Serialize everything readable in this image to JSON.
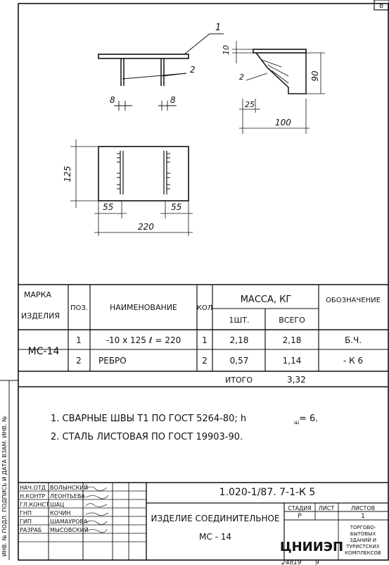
{
  "sheet_number_corner": "8",
  "drawing": {
    "plan_callout": "1",
    "side_callout": "2",
    "weld_callout": "2",
    "thickness_10": "10",
    "height_90": "90",
    "leg_25": "25",
    "width_100": "100",
    "gap_8_left": "8",
    "gap_8_right": "8",
    "height_125": "125",
    "offset_55_left": "55",
    "offset_55_right": "55",
    "width_220": "220"
  },
  "spec_table": {
    "col_mark_l1": "МАРКА",
    "col_mark_l2": "ИЗДЕЛИЯ",
    "col_pos": "ПОЗ.",
    "col_name": "НАИМЕНОВАНИЕ",
    "col_qty": "КОЛ",
    "col_mass": "МАССА, КГ",
    "col_mass_unit": "1ШТ.",
    "col_mass_total": "ВСЕГО",
    "col_designation": "ОБОЗНАЧЕНИЕ",
    "mark": "МС-14",
    "rows": [
      {
        "pos": "1",
        "name": "-10 x 125  ℓ = 220",
        "qty": "1",
        "mass_unit": "2,18",
        "mass_total": "2,18",
        "designation": "Б.Ч."
      },
      {
        "pos": "2",
        "name": "РЕБРО",
        "qty": "2",
        "mass_unit": "0,57",
        "mass_total": "1,14",
        "designation": "- К 6"
      }
    ],
    "total_label": "ИТОГО",
    "total_value": "3,32"
  },
  "notes": [
    "1. СВАРНЫЕ ШВЫ Т1 ПО ГОСТ 5264-80;  h",
    "2. СТАЛЬ ЛИСТОВАЯ  ПО  ГОСТ  19903-90."
  ],
  "note1_subscript": "ш",
  "note1_tail": "= 6.",
  "title_block": {
    "document_code": "1.020-1/87. 7-1-К 5",
    "staff": [
      {
        "role": "НАЧ.ОТД",
        "name": "ВОЛЫНСКИЙ"
      },
      {
        "role": "Н.КОНТР",
        "name": "ЛЕОНТЬЕВА"
      },
      {
        "role": "ГЛ.КОНСТ",
        "name": "ШАЦ"
      },
      {
        "role": "ГНП",
        "name": "КОЧИН"
      },
      {
        "role": "ГИП",
        "name": "ШАМАУРОВА"
      },
      {
        "role": "РАЗРАБ",
        "name": "МЫСОВСКИЙ"
      }
    ],
    "item_title": "ИЗДЕЛИЕ СОЕДИНИТЕЛЬНОЕ",
    "item_mark": "МС - 14",
    "stage_label": "СТАДИЯ",
    "sheet_label": "ЛИСТ",
    "sheets_label": "ЛИСТОВ",
    "stage_value": "Р",
    "sheets_value": "1",
    "org_logo": "ЦНИИЭП",
    "org_desc": [
      "ТОРГОВО-",
      "БЫТОВЫХ",
      "ЗДАНИЙ И",
      "ТУРИСТСКИХ",
      "КОМПЛЕКСОВ"
    ]
  },
  "side_stamp": "ИНВ. № ПОДЛ.  ПОДПИСЬ И ДАТА  ВЗАМ. ИНВ. №",
  "bottom_number": "24819",
  "bottom_sheet": "9"
}
